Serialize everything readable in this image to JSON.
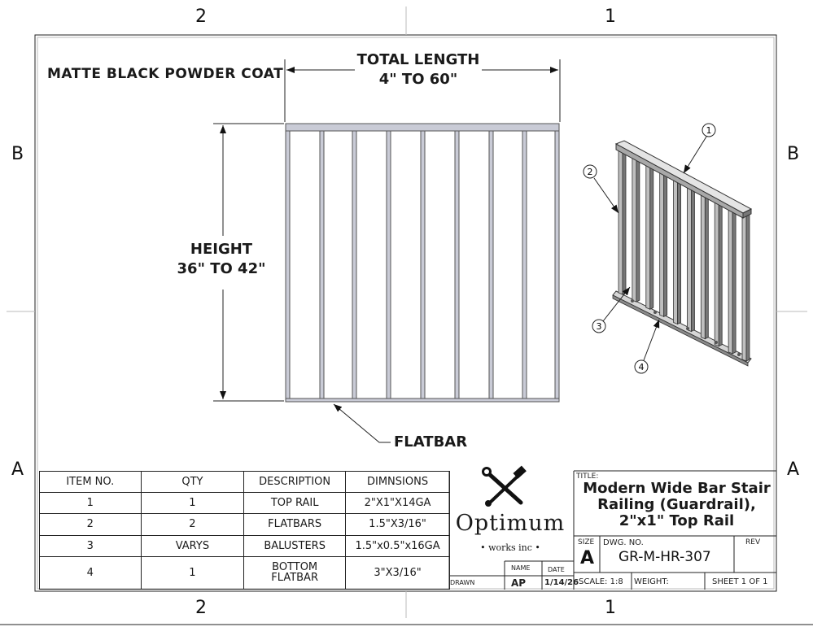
{
  "zones": {
    "top_left": "2",
    "top_right": "1",
    "bottom_left": "2",
    "bottom_right": "1",
    "left_upper": "B",
    "left_lower": "A",
    "right_upper": "B",
    "right_lower": "A"
  },
  "notes": {
    "finish": "MATTE BLACK POWDER COAT",
    "length_label": "TOTAL LENGTH",
    "length_value": "4\" TO 60\"",
    "height_label": "HEIGHT",
    "height_value": "36\" TO 42\"",
    "flatbar_label": "FLATBAR"
  },
  "balloons": [
    "1",
    "2",
    "3",
    "4"
  ],
  "bom": {
    "headers": [
      "ITEM NO.",
      "QTY",
      "DESCRIPTION",
      "DIMNSIONS"
    ],
    "rows": [
      [
        "1",
        "1",
        "TOP RAIL",
        "2\"X1\"X14GA"
      ],
      [
        "2",
        "2",
        "FLATBARS",
        "1.5\"X3/16\""
      ],
      [
        "3",
        "VARYS",
        "BALUSTERS",
        "1.5\"x0.5\"x16GA"
      ],
      [
        "4",
        "1",
        "BOTTOM FLATBAR",
        "3\"X3/16\""
      ]
    ]
  },
  "title_block": {
    "logo_name": "Optimum",
    "logo_sub": "• works inc •",
    "name_label": "NAME",
    "date_label": "DATE",
    "drawn_label": "DRAWN",
    "drawn_name": "AP",
    "drawn_date": "1/14/26",
    "title_label": "TITLE:",
    "title_line1": "Modern Wide Bar Stair",
    "title_line2": "Railing (Guardrail),",
    "title_line3": "2\"x1\" Top Rail",
    "size_label": "SIZE",
    "size_value": "A",
    "dwg_label": "DWG.  NO.",
    "dwg_value": "GR-M-HR-307",
    "rev_label": "REV",
    "scale": "SCALE: 1:8",
    "weight_label": "WEIGHT:",
    "sheet": "SHEET 1 OF 1"
  }
}
